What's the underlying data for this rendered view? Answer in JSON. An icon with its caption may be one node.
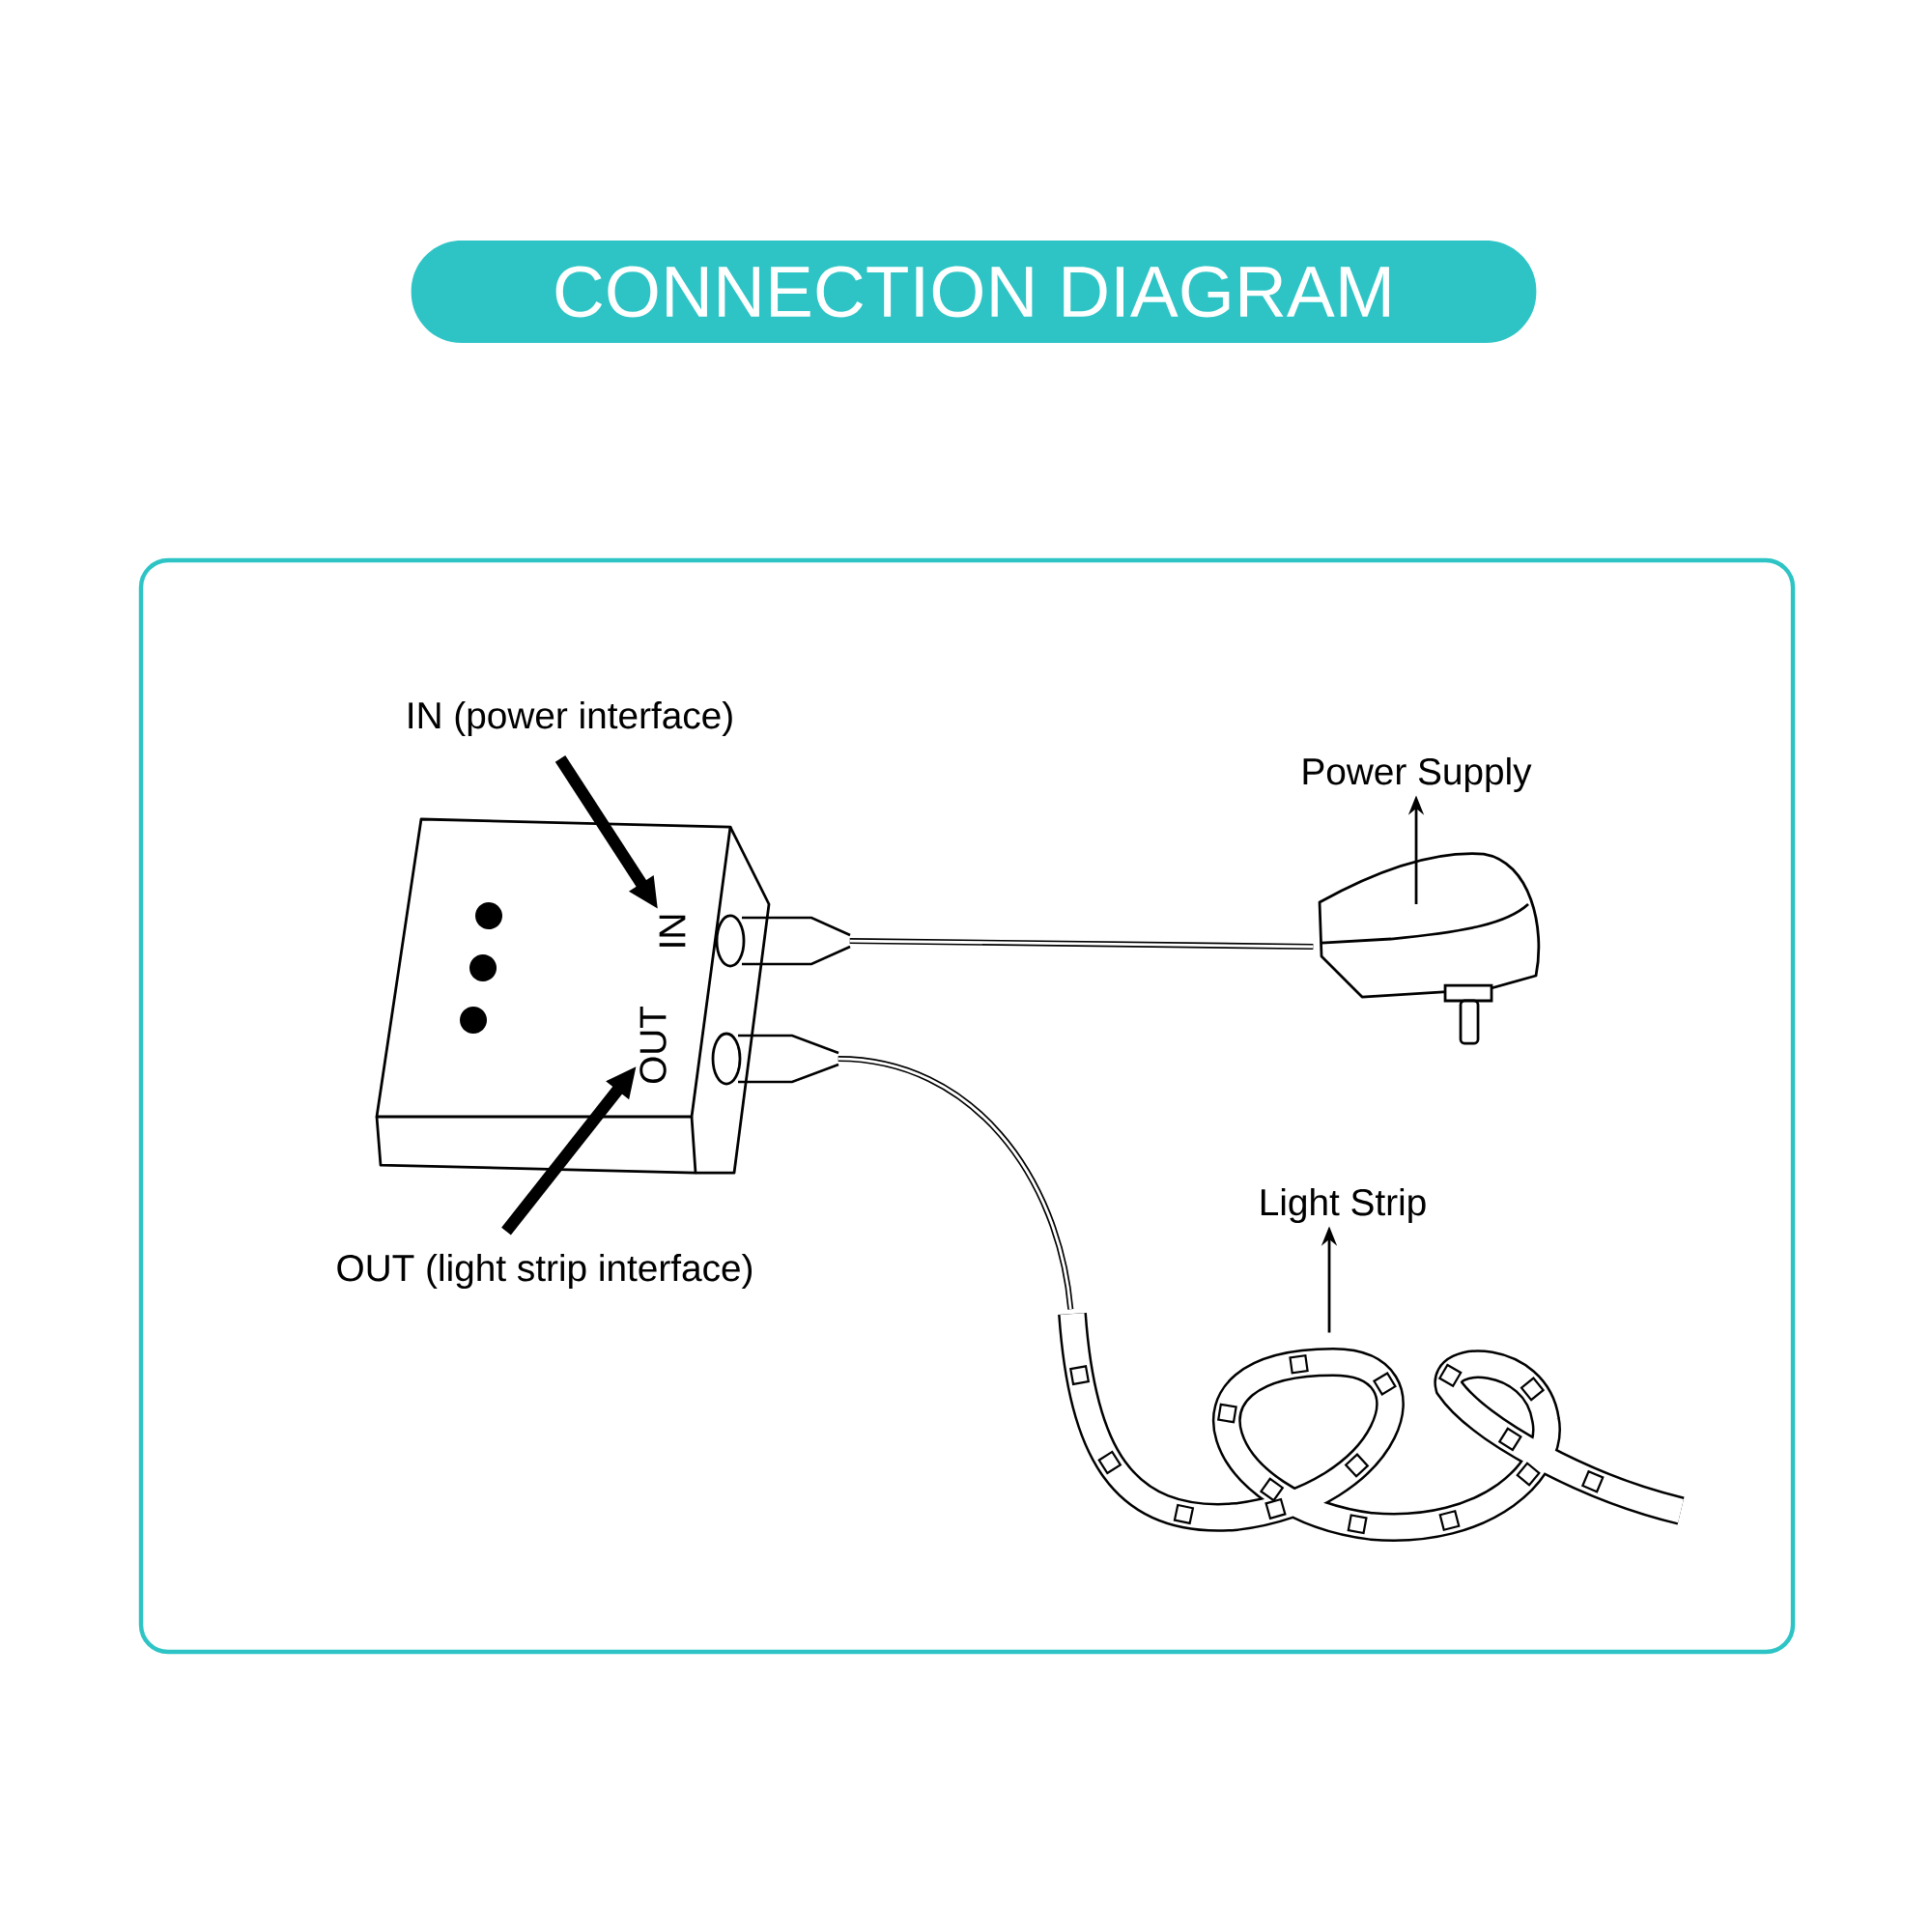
{
  "diagram": {
    "title": "CONNECTION DIAGRAM",
    "nodes": [
      {
        "text": [
          "IN (power interface)"
        ]
      },
      {
        "text": [
          "Power Supply"
        ]
      },
      {
        "text": [],
        "shape": "box"
      },
      {
        "text": [
          "IN"
        ],
        "in": 2
      },
      {
        "text": [
          "OUT"
        ],
        "in": 2
      },
      {
        "text": [],
        "shape": "picture"
      },
      {
        "text": [
          "Light Strip"
        ]
      },
      {
        "text": [
          "OUT (light strip interface)"
        ]
      },
      {
        "text": [],
        "shape": "picture"
      }
    ],
    "edges": [
      {
        "from": 0,
        "to": 3,
        "arrow": "to",
        "style": "thick"
      },
      {
        "from": 7,
        "to": 4,
        "arrow": "to",
        "style": "thick"
      },
      {
        "from": 5,
        "to": 1,
        "arrow": "to"
      },
      {
        "from": 8,
        "to": 6,
        "arrow": "to"
      },
      {
        "from": 2,
        "to": 5,
        "arrow": "none"
      },
      {
        "from": 2,
        "to": 8,
        "arrow": "none"
      }
    ]
  }
}
